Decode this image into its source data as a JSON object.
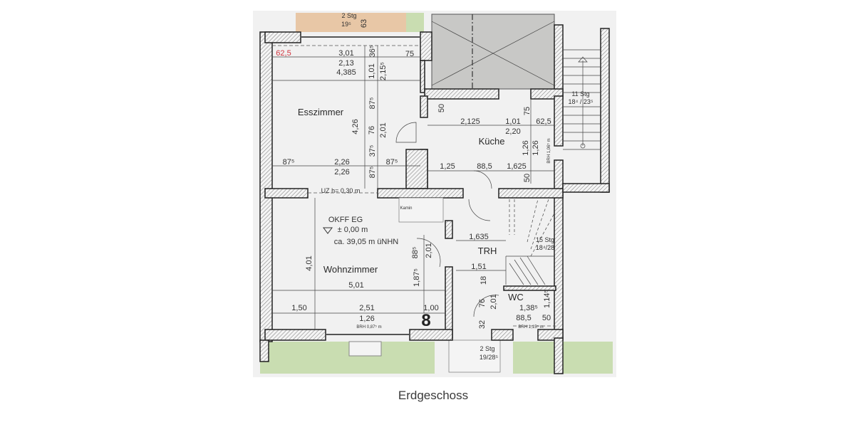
{
  "caption": "Erdgeschoss",
  "rooms": {
    "esszimmer": "Esszimmer",
    "kueche": "Küche",
    "wohnzimmer": "Wohnzimmer",
    "trh": "TRH",
    "wc": "WC",
    "kamin": "Kamin"
  },
  "level": {
    "okff": "OKFF EG",
    "height": "± 0,00 m",
    "nhn": "ca. 39,05 m üNHN"
  },
  "stairs": {
    "top_steps": "2 Stg",
    "top_ratio": "19⁵",
    "outside_steps": "11 Stg",
    "outside_ratio": "18⁴ / 23⁵",
    "inner_steps": "15 Stg",
    "inner_ratio": "18⁴/28",
    "entry_steps": "2 Stg",
    "entry_ratio": "19/28⁵"
  },
  "dimensions": {
    "d62_5_red": "62,5",
    "d3_01": "3,01",
    "d2_13": "2,13",
    "d4_385": "4,385",
    "d75a": "75",
    "d1_01a": "1,01",
    "d2_15": "2,15⁵",
    "d36": "36⁵",
    "d63": "63",
    "d87a": "87⁵",
    "d4_26": "4,26",
    "d76a": "76",
    "d2_01a": "2,01",
    "d37": "37⁵",
    "d87b": "87⁵",
    "d2_26a": "2,26",
    "d2_26b": "2,26",
    "d87c": "87⁵",
    "d87d": "87⁵",
    "uz": "UZ h= 0,30 m",
    "k50a": "50",
    "k2_125": "2,125",
    "k1_01": "1,01",
    "k2_20": "2,20",
    "k75": "75",
    "k62_5": "62,5",
    "k1_26a": "1,26",
    "k1_26b": "1,26",
    "k_brh": "BRH 1,06⁵ m",
    "k1_25": "1,25",
    "k88_5": "88,5",
    "k1_625": "1,625",
    "k50b": "50",
    "w4_01": "4,01",
    "w5_01": "5,01",
    "w1_50": "1,50",
    "w2_51": "2,51",
    "w1_26": "1,26",
    "w_brh": "BRH 0,87⁵ m",
    "w1_00": "1,00",
    "w8": "8",
    "w88": "88⁵",
    "w2_01": "2,01",
    "w1_87": "1,87⁵",
    "t1_635": "1,635",
    "t1_51": "1,51",
    "t18": "18",
    "t76": "76",
    "t2_01": "2,01",
    "wc1_38": "1,38⁵",
    "wc1_14": "1,14⁵",
    "wc88_5": "88,5",
    "wc50": "50",
    "t32": "32",
    "wc_brh": "BRH 1,15⁵ m"
  },
  "colors": {
    "terrace": "#e8c7a6",
    "garden": "#c9ddb1",
    "void": "#c8c8c6",
    "paper": "#f1f1f1",
    "accent_red": "#d0343e"
  }
}
